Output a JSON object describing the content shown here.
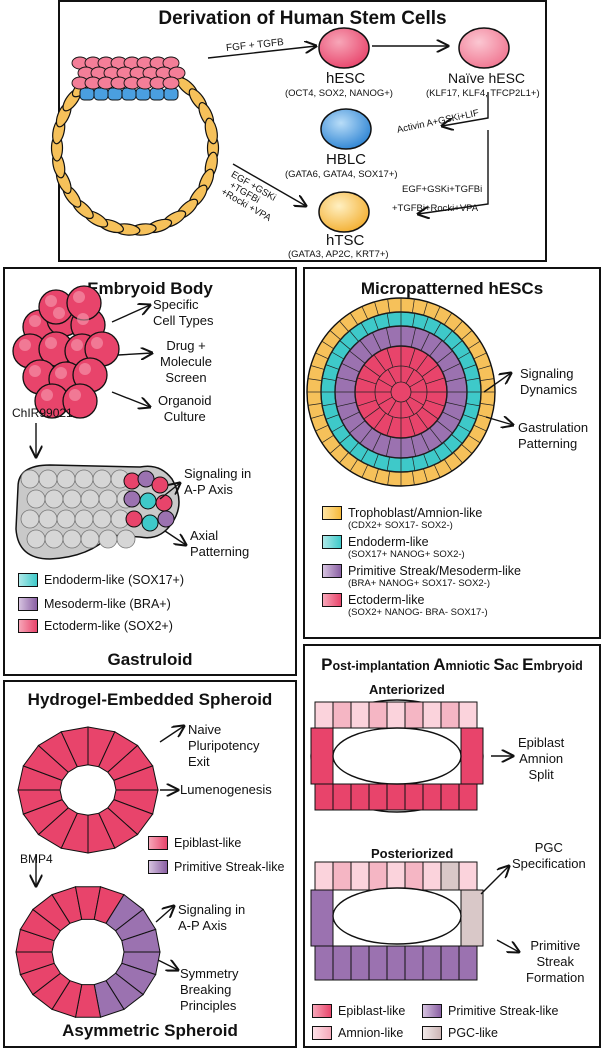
{
  "colors": {
    "epiblast": "#e8446b",
    "epiblast_light": "#f47e98",
    "hypoblast": "#4a9fe0",
    "trophoblast": "#f6c15a",
    "endoderm": "#3ec9c9",
    "mesoderm": "#9b72b0",
    "gray": "#c9c9c9",
    "amnion": "#f5b6c4",
    "pgc": "#d9c8c8"
  },
  "derivation": {
    "title": "Derivation of Human Stem Cells",
    "arrow_fgf": "FGF + TGFB",
    "hesc_label": "hESC",
    "hesc_markers": "(OCT4, SOX2, NANOG+)",
    "naive_label": "Naïve hESC",
    "naive_markers": "(KLF17, KLF4, TFCP2L1+)",
    "activin": "Activin A+GSKi+LIF",
    "hblc_label": "HBLC",
    "hblc_markers": "(GATA6, GATA4, SOX17+)",
    "egf_left": [
      "EGF +GSKi",
      "+TGFBi",
      "+Rocki +VPA"
    ],
    "egf_right": [
      "EGF+GSKi+TGFBi",
      "+TGFBi+Rocki+VPA"
    ],
    "htsc_label": "hTSC",
    "htsc_markers": "(GATA3, AP2C, KRT7+)"
  },
  "embryoid": {
    "title": "Embryoid Body",
    "out1": "Specific\nCell Types",
    "out2": "Drug +\nMolecule\nScreen",
    "out3": "Organoid\nCulture",
    "chir": "ChIR99021",
    "sig": "Signaling in\nA-P Axis",
    "axial": "Axial\nPatterning",
    "legend": [
      "Endoderm-like (SOX17+)",
      "Mesoderm-like (BRA+)",
      "Ectoderm-like (SOX2+)"
    ],
    "footer": "Gastruloid"
  },
  "micro": {
    "title": "Micropatterned hESCs",
    "sig": "Signaling\nDynamics",
    "gast": "Gastrulation\nPatterning",
    "legend": [
      {
        "name": "Trophoblast/Amnion-like",
        "markers": "(CDX2+ SOX17- SOX2-)"
      },
      {
        "name": "Endoderm-like",
        "markers": "(SOX17+ NANOG+ SOX2-)"
      },
      {
        "name": "Primitive Streak/Mesoderm-like",
        "markers": "(BRA+ NANOG+ SOX17- SOX2-)"
      },
      {
        "name": "Ectoderm-like",
        "markers": "(SOX2+ NANOG- BRA- SOX17-)"
      }
    ]
  },
  "hydrogel": {
    "title": "Hydrogel-Embedded Spheroid",
    "naive_exit": "Naive\nPluripotency\nExit",
    "lumen": "Lumenogenesis",
    "bmp4": "BMP4",
    "legend": [
      "Epiblast-like",
      "Primitive Streak-like"
    ],
    "sig": "Signaling in\nA-P Axis",
    "sym": "Symmetry\nBreaking\nPrinciples",
    "footer": "Asymmetric Spheroid"
  },
  "pase": {
    "title_letters": [
      [
        "P",
        "ost-implantation "
      ],
      [
        "A",
        "mniotic "
      ],
      [
        "S",
        "ac "
      ],
      [
        "E",
        "mbryoid"
      ]
    ],
    "anterior": "Anteriorized",
    "split": "Epiblast\nAmnion\nSplit",
    "posterior": "Posteriorized",
    "pgc": "PGC\nSpecification",
    "streak": "Primitive\nStreak\nFormation",
    "legend": [
      "Epiblast-like",
      "Primitive Streak-like",
      "Amnion-like",
      "PGC-like"
    ]
  }
}
